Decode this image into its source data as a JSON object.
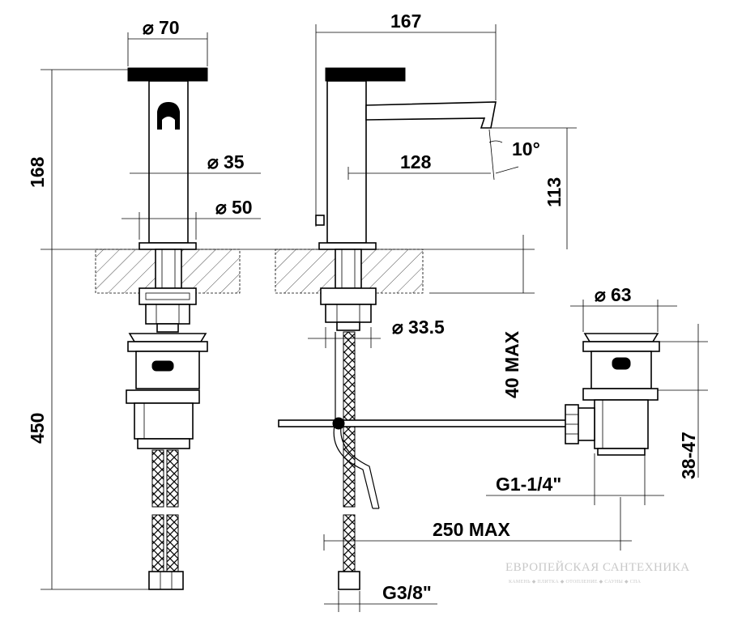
{
  "dimensions": {
    "d70": "70",
    "d35": "35",
    "d50": "50",
    "d167": "167",
    "d128": "128",
    "angle": "10°",
    "d113": "113",
    "d168": "168",
    "d450": "450",
    "d63": "63",
    "d33_5": "33.5",
    "max40": "40 MAX",
    "r38_47": "38-47",
    "g1": "G1-1/4\"",
    "max250": "250 MAX",
    "g38": "G3/8\""
  },
  "diameter_symbol": "⌀",
  "watermark": {
    "line1": "ЕВРОПЕЙСКАЯ САНТЕХНИКА",
    "line2": "КАМЕНЬ ◆ ПЛИТКА ◆ ОТОПЛЕНИЕ ◆ САУНЫ ◆ СПА"
  },
  "colors": {
    "ink": "#000000",
    "background": "#ffffff",
    "watermark": "#c8c8c8"
  }
}
